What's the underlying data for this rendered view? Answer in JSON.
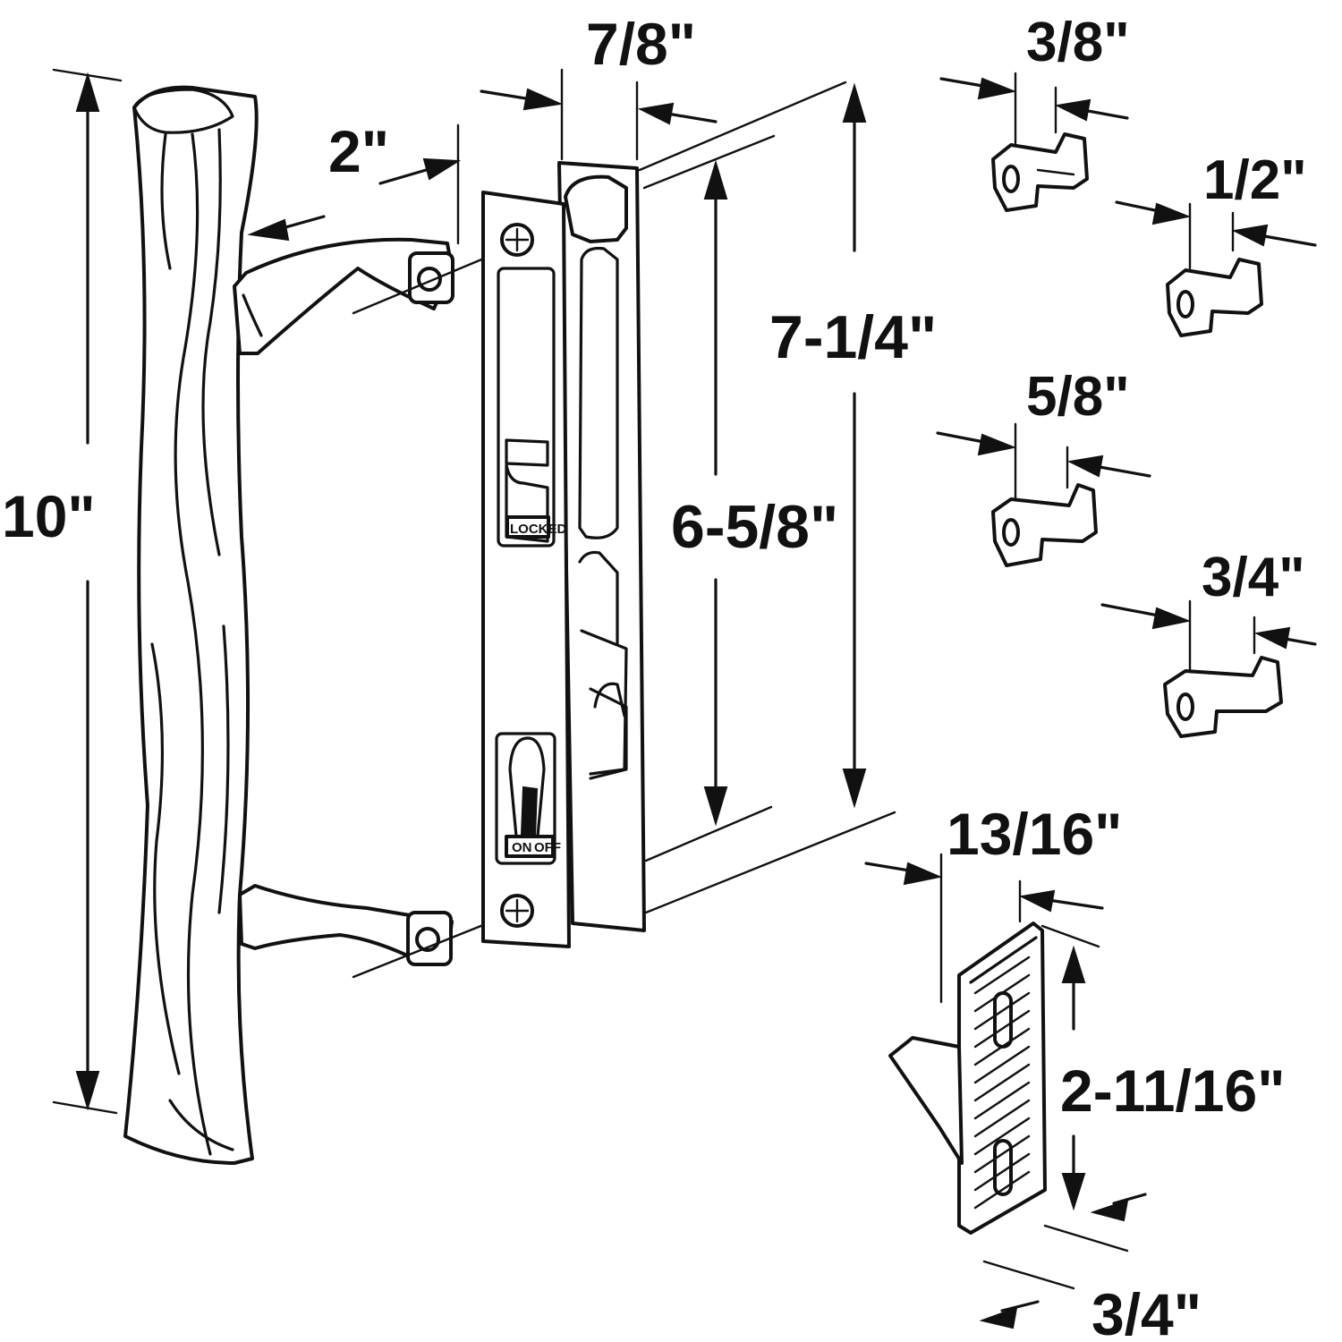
{
  "dimensions": {
    "handle_length": "10\"",
    "handle_offset": "2\"",
    "plate_width": "7/8\"",
    "outer_height": "7-1/4\"",
    "inner_height": "6-5/8\"",
    "hook_1": "3/8\"",
    "hook_2": "1/2\"",
    "hook_3": "5/8\"",
    "hook_4": "3/4\"",
    "keeper_width": "13/16\"",
    "keeper_height": "2-11/16\"",
    "keeper_depth": "3/4\""
  },
  "labels": {
    "locked": "LOCKED",
    "on": "ON",
    "off": "OFF"
  },
  "colors": {
    "ink": "#111111",
    "background": "#ffffff"
  }
}
